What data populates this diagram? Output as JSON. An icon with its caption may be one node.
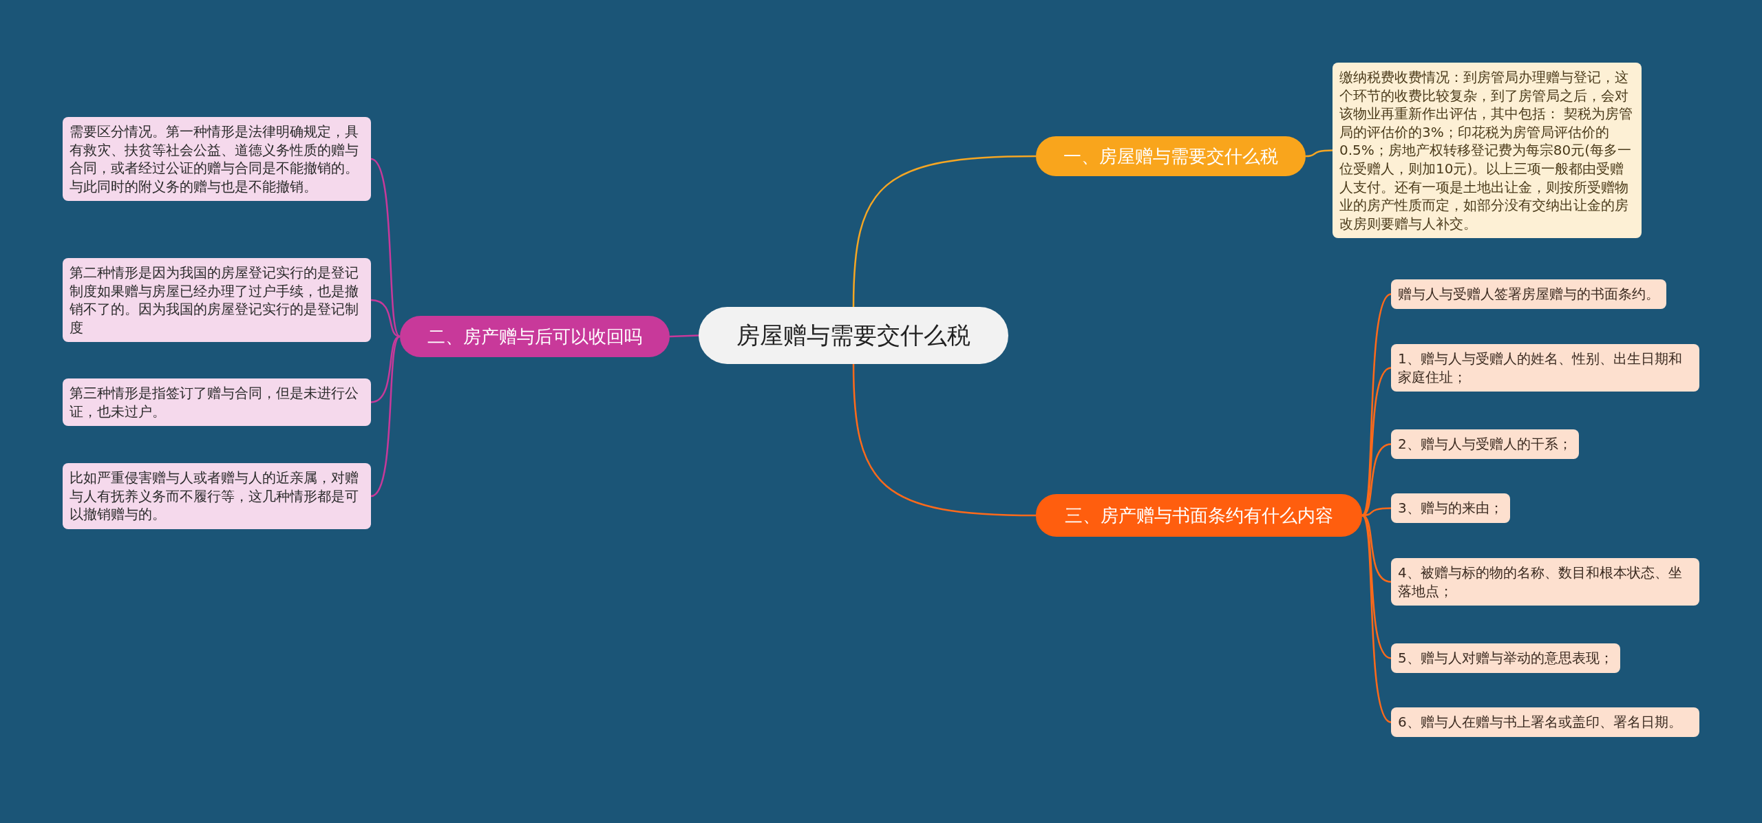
{
  "diagram": {
    "nodes": [
      {
        "text": [
          "房屋赠与需要交什么税"
        ]
      },
      {
        "text": [
          "一、房屋赠与需要交什么税"
        ]
      },
      {
        "text": [
          "缴纳税费收费情况：到房管局办理赠与登记，这个环节的收费比较复杂，到了房管局之后，会对该物业再重新作出评估，其中包括： 契税为房管局的评估价的3%；印花税为房管局评估价的0.5%；房地产权转移登记费为每宗80元(每多一位受赠人，则加10元)。以上三项一般都由受赠人支付。还有一项是土地出让金，则按所受赠物业的房产性质而定，如部分没有交纳出让金的房改房则要赠与人补交。"
        ]
      },
      {
        "text": [
          "二、房产赠与后可以收回吗"
        ]
      },
      {
        "text": [
          "需要区分情况。第一种情形是法律明确规定，具有救灾、扶贫等社会公益、道德义务性质的赠与合同，或者经过公证的赠与合同是不能撤销的。与此同时的附义务的赠与也是不能撤销。"
        ]
      },
      {
        "text": [
          "第二种情形是因为我国的房屋登记实行的是登记制度如果赠与房屋已经办理了过户手续，也是撤销不了的。因为我国的房屋登记实行的是登记制度"
        ]
      },
      {
        "text": [
          "第三种情形是指签订了赠与合同，但是未进行公证，也未过户。"
        ]
      },
      {
        "text": [
          "比如严重侵害赠与人或者赠与人的近亲属，对赠与人有抚养义务而不履行等，这几种情形都是可以撤销赠与的。"
        ]
      },
      {
        "text": [
          "三、房产赠与书面条约有什么内容"
        ]
      },
      {
        "text": [
          "赠与人与受赠人签署房屋赠与的书面条约。"
        ]
      },
      {
        "text": [
          "1、赠与人与受赠人的姓名、性别、出生日期和家庭住址；"
        ]
      },
      {
        "text": [
          "2、赠与人与受赠人的干系；"
        ]
      },
      {
        "text": [
          "3、赠与的来由；"
        ]
      },
      {
        "text": [
          "4、被赠与标的物的名称、数目和根本状态、坐落地点；"
        ]
      },
      {
        "text": [
          "5、赠与人对赠与举动的意思表现；"
        ]
      },
      {
        "text": [
          "6、赠与人在赠与书上署名或盖印、署名日期。"
        ]
      }
    ],
    "edges": [
      {
        "from": 0,
        "to": 1,
        "arrow": "none",
        "color": "#f5a623"
      },
      {
        "from": 1,
        "to": 2,
        "arrow": "none",
        "color": "#f5a623"
      },
      {
        "from": 0,
        "to": 3,
        "arrow": "none",
        "color": "#c8399a"
      },
      {
        "from": 3,
        "to": 4,
        "arrow": "none",
        "color": "#c8399a"
      },
      {
        "from": 3,
        "to": 5,
        "arrow": "none",
        "color": "#c8399a"
      },
      {
        "from": 3,
        "to": 6,
        "arrow": "none",
        "color": "#c8399a"
      },
      {
        "from": 3,
        "to": 7,
        "arrow": "none",
        "color": "#c8399a"
      },
      {
        "from": 0,
        "to": 8,
        "arrow": "none"
      },
      {
        "from": 8,
        "to": 9,
        "arrow": "none"
      },
      {
        "from": 8,
        "to": 10,
        "arrow": "none"
      },
      {
        "from": 8,
        "to": 11,
        "arrow": "none"
      },
      {
        "from": 8,
        "to": 12,
        "arrow": "none"
      },
      {
        "from": 8,
        "to": 13,
        "arrow": "none"
      },
      {
        "from": 8,
        "to": 14,
        "arrow": "none"
      },
      {
        "from": 8,
        "to": 15,
        "arrow": "none"
      }
    ]
  }
}
